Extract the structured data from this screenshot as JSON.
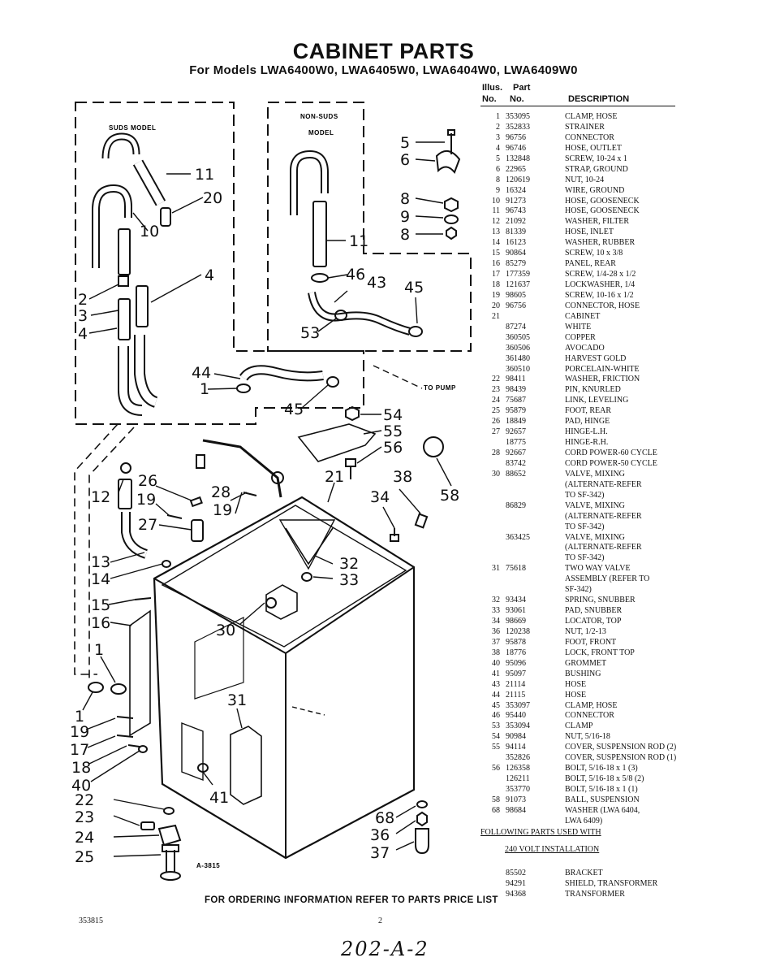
{
  "title": "CABINET PARTS",
  "subtitle": "For Models LWA6400W0, LWA6405W0, LWA6404W0, LWA6409W0",
  "table": {
    "header_illus_1": "Illus.",
    "header_illus_2": "No.",
    "header_part_1": "Part",
    "header_part_2": "No.",
    "header_desc": "DESCRIPTION",
    "rows": [
      {
        "illus": "1",
        "part": "353095",
        "desc": "CLAMP, HOSE"
      },
      {
        "illus": "2",
        "part": "352833",
        "desc": "STRAINER"
      },
      {
        "illus": "3",
        "part": "96756",
        "desc": "CONNECTOR"
      },
      {
        "illus": "4",
        "part": "96746",
        "desc": "HOSE, OUTLET"
      },
      {
        "illus": "5",
        "part": "132848",
        "desc": "SCREW, 10-24 x 1"
      },
      {
        "illus": "6",
        "part": "22965",
        "desc": "STRAP, GROUND"
      },
      {
        "illus": "8",
        "part": "120619",
        "desc": "NUT, 10-24"
      },
      {
        "illus": "9",
        "part": "16324",
        "desc": "WIRE, GROUND"
      },
      {
        "illus": "10",
        "part": "91273",
        "desc": "HOSE, GOOSENECK"
      },
      {
        "illus": "11",
        "part": "96743",
        "desc": "HOSE, GOOSENECK"
      },
      {
        "illus": "12",
        "part": "21092",
        "desc": "WASHER, FILTER"
      },
      {
        "illus": "13",
        "part": "81339",
        "desc": "HOSE, INLET"
      },
      {
        "illus": "14",
        "part": "16123",
        "desc": "WASHER, RUBBER"
      },
      {
        "illus": "15",
        "part": "90864",
        "desc": "SCREW, 10 x 3/8"
      },
      {
        "illus": "16",
        "part": "85279",
        "desc": "PANEL, REAR"
      },
      {
        "illus": "17",
        "part": "177359",
        "desc": "SCREW, 1/4-28 x 1/2"
      },
      {
        "illus": "18",
        "part": "121637",
        "desc": "LOCKWASHER, 1/4"
      },
      {
        "illus": "19",
        "part": "98605",
        "desc": "SCREW, 10-16 x 1/2"
      },
      {
        "illus": "20",
        "part": "96756",
        "desc": "CONNECTOR, HOSE"
      },
      {
        "illus": "21",
        "part": "",
        "desc": "CABINET"
      },
      {
        "illus": "",
        "part": "87274",
        "desc": "WHITE"
      },
      {
        "illus": "",
        "part": "360505",
        "desc": "COPPER"
      },
      {
        "illus": "",
        "part": "360506",
        "desc": "AVOCADO"
      },
      {
        "illus": "",
        "part": "361480",
        "desc": "HARVEST GOLD"
      },
      {
        "illus": "",
        "part": "360510",
        "desc": "PORCELAIN-WHITE"
      },
      {
        "illus": "22",
        "part": "98411",
        "desc": "WASHER, FRICTION"
      },
      {
        "illus": "23",
        "part": "98439",
        "desc": "PIN, KNURLED"
      },
      {
        "illus": "24",
        "part": "75687",
        "desc": "LINK, LEVELING"
      },
      {
        "illus": "25",
        "part": "95879",
        "desc": "FOOT, REAR"
      },
      {
        "illus": "26",
        "part": "18849",
        "desc": "PAD, HINGE"
      },
      {
        "illus": "27",
        "part": "92657",
        "desc": "HINGE-L.H."
      },
      {
        "illus": "",
        "part": "18775",
        "desc": "HINGE-R.H."
      },
      {
        "illus": "28",
        "part": "92667",
        "desc": "CORD POWER-60 CYCLE"
      },
      {
        "illus": "",
        "part": "83742",
        "desc": "CORD POWER-50 CYCLE"
      },
      {
        "illus": "30",
        "part": "88652",
        "desc": "VALVE, MIXING"
      },
      {
        "illus": "",
        "part": "",
        "desc": "(ALTERNATE-REFER"
      },
      {
        "illus": "",
        "part": "",
        "desc": "TO SF-342)"
      },
      {
        "illus": "",
        "part": "86829",
        "desc": "VALVE, MIXING"
      },
      {
        "illus": "",
        "part": "",
        "desc": "(ALTERNATE-REFER"
      },
      {
        "illus": "",
        "part": "",
        "desc": "TO SF-342)"
      },
      {
        "illus": "",
        "part": "363425",
        "desc": "VALVE, MIXING"
      },
      {
        "illus": "",
        "part": "",
        "desc": "(ALTERNATE-REFER"
      },
      {
        "illus": "",
        "part": "",
        "desc": "TO SF-342)"
      },
      {
        "illus": "31",
        "part": "75618",
        "desc": "TWO WAY VALVE"
      },
      {
        "illus": "",
        "part": "",
        "desc": "ASSEMBLY (REFER TO"
      },
      {
        "illus": "",
        "part": "",
        "desc": "SF-342)"
      },
      {
        "illus": "32",
        "part": "93434",
        "desc": "SPRING, SNUBBER"
      },
      {
        "illus": "33",
        "part": "93061",
        "desc": "PAD, SNUBBER"
      },
      {
        "illus": "34",
        "part": "98669",
        "desc": "LOCATOR, TOP"
      },
      {
        "illus": "36",
        "part": "120238",
        "desc": "NUT, 1/2-13"
      },
      {
        "illus": "37",
        "part": "95878",
        "desc": "FOOT, FRONT"
      },
      {
        "illus": "38",
        "part": "18776",
        "desc": "LOCK, FRONT TOP"
      },
      {
        "illus": "40",
        "part": "95096",
        "desc": "GROMMET"
      },
      {
        "illus": "41",
        "part": "95097",
        "desc": "BUSHING"
      },
      {
        "illus": "43",
        "part": "21114",
        "desc": "HOSE"
      },
      {
        "illus": "44",
        "part": "21115",
        "desc": "HOSE"
      },
      {
        "illus": "45",
        "part": "353097",
        "desc": "CLAMP, HOSE"
      },
      {
        "illus": "46",
        "part": "95440",
        "desc": "CONNECTOR"
      },
      {
        "illus": "53",
        "part": "353094",
        "desc": "CLAMP"
      },
      {
        "illus": "54",
        "part": "90984",
        "desc": "NUT, 5/16-18"
      },
      {
        "illus": "55",
        "part": "94114",
        "desc": "COVER, SUSPENSION ROD (2)"
      },
      {
        "illus": "",
        "part": "352826",
        "desc": "COVER, SUSPENSION ROD (1)"
      },
      {
        "illus": "56",
        "part": "126358",
        "desc": "BOLT, 5/16-18 x 1 (3)"
      },
      {
        "illus": "",
        "part": "126211",
        "desc": "BOLT, 5/16-18 x 5/8 (2)"
      },
      {
        "illus": "",
        "part": "353770",
        "desc": "BOLT, 5/16-18 x 1 (1)"
      },
      {
        "illus": "58",
        "part": "91073",
        "desc": "BALL, SUSPENSION"
      },
      {
        "illus": "68",
        "part": "98684",
        "desc": "WASHER (LWA 6404,"
      },
      {
        "illus": "",
        "part": "",
        "desc": "LWA 6409)"
      }
    ],
    "following_heading": "FOLLOWING PARTS USED WITH",
    "following_sub": "240 VOLT INSTALLATION",
    "extra_rows": [
      {
        "illus": "",
        "part": "85502",
        "desc": "BRACKET"
      },
      {
        "illus": "",
        "part": "94291",
        "desc": "SHIELD, TRANSFORMER"
      },
      {
        "illus": "",
        "part": "94368",
        "desc": "TRANSFORMER"
      }
    ]
  },
  "diagram": {
    "suds_model_label": "SUDS MODEL",
    "non_suds_label_1": "NON-SUDS",
    "non_suds_label_2": "MODEL",
    "to_pump_label": "TO PUMP",
    "figure_code": "A-3815",
    "callouts": {
      "c11a": "11",
      "c20": "20",
      "c10": "10",
      "c4a": "4",
      "c2": "2",
      "c3": "3",
      "c4b": "4",
      "c5": "5",
      "c6": "6",
      "c8a": "8",
      "c9": "9",
      "c8b": "8",
      "c11b": "11",
      "c46": "46",
      "c43": "43",
      "c45a": "45",
      "c53": "53",
      "c44": "44",
      "c1a": "1",
      "c45b": "45",
      "c54": "54",
      "c55": "55",
      "c56": "56",
      "c21": "21",
      "c38": "38",
      "c58": "58",
      "c34": "34",
      "c12": "12",
      "c26": "26",
      "c19a": "19",
      "c28": "28",
      "c19b": "19",
      "c27": "27",
      "c13": "13",
      "c14": "14",
      "c32": "32",
      "c33": "33",
      "c15": "15",
      "c16": "16",
      "c30": "30",
      "c1b": "1",
      "c1c": "1",
      "c31": "31",
      "c19c": "19",
      "c17": "17",
      "c18": "18",
      "c40": "40",
      "c41": "41",
      "c22": "22",
      "c23": "23",
      "c24": "24",
      "c25": "25",
      "c68": "68",
      "c36": "36",
      "c37": "37"
    }
  },
  "footer": {
    "ordering": "FOR ORDERING INFORMATION REFER TO PARTS PRICE LIST",
    "doc_number": "353815",
    "page_number": "2",
    "handwritten": "202-A-2"
  }
}
